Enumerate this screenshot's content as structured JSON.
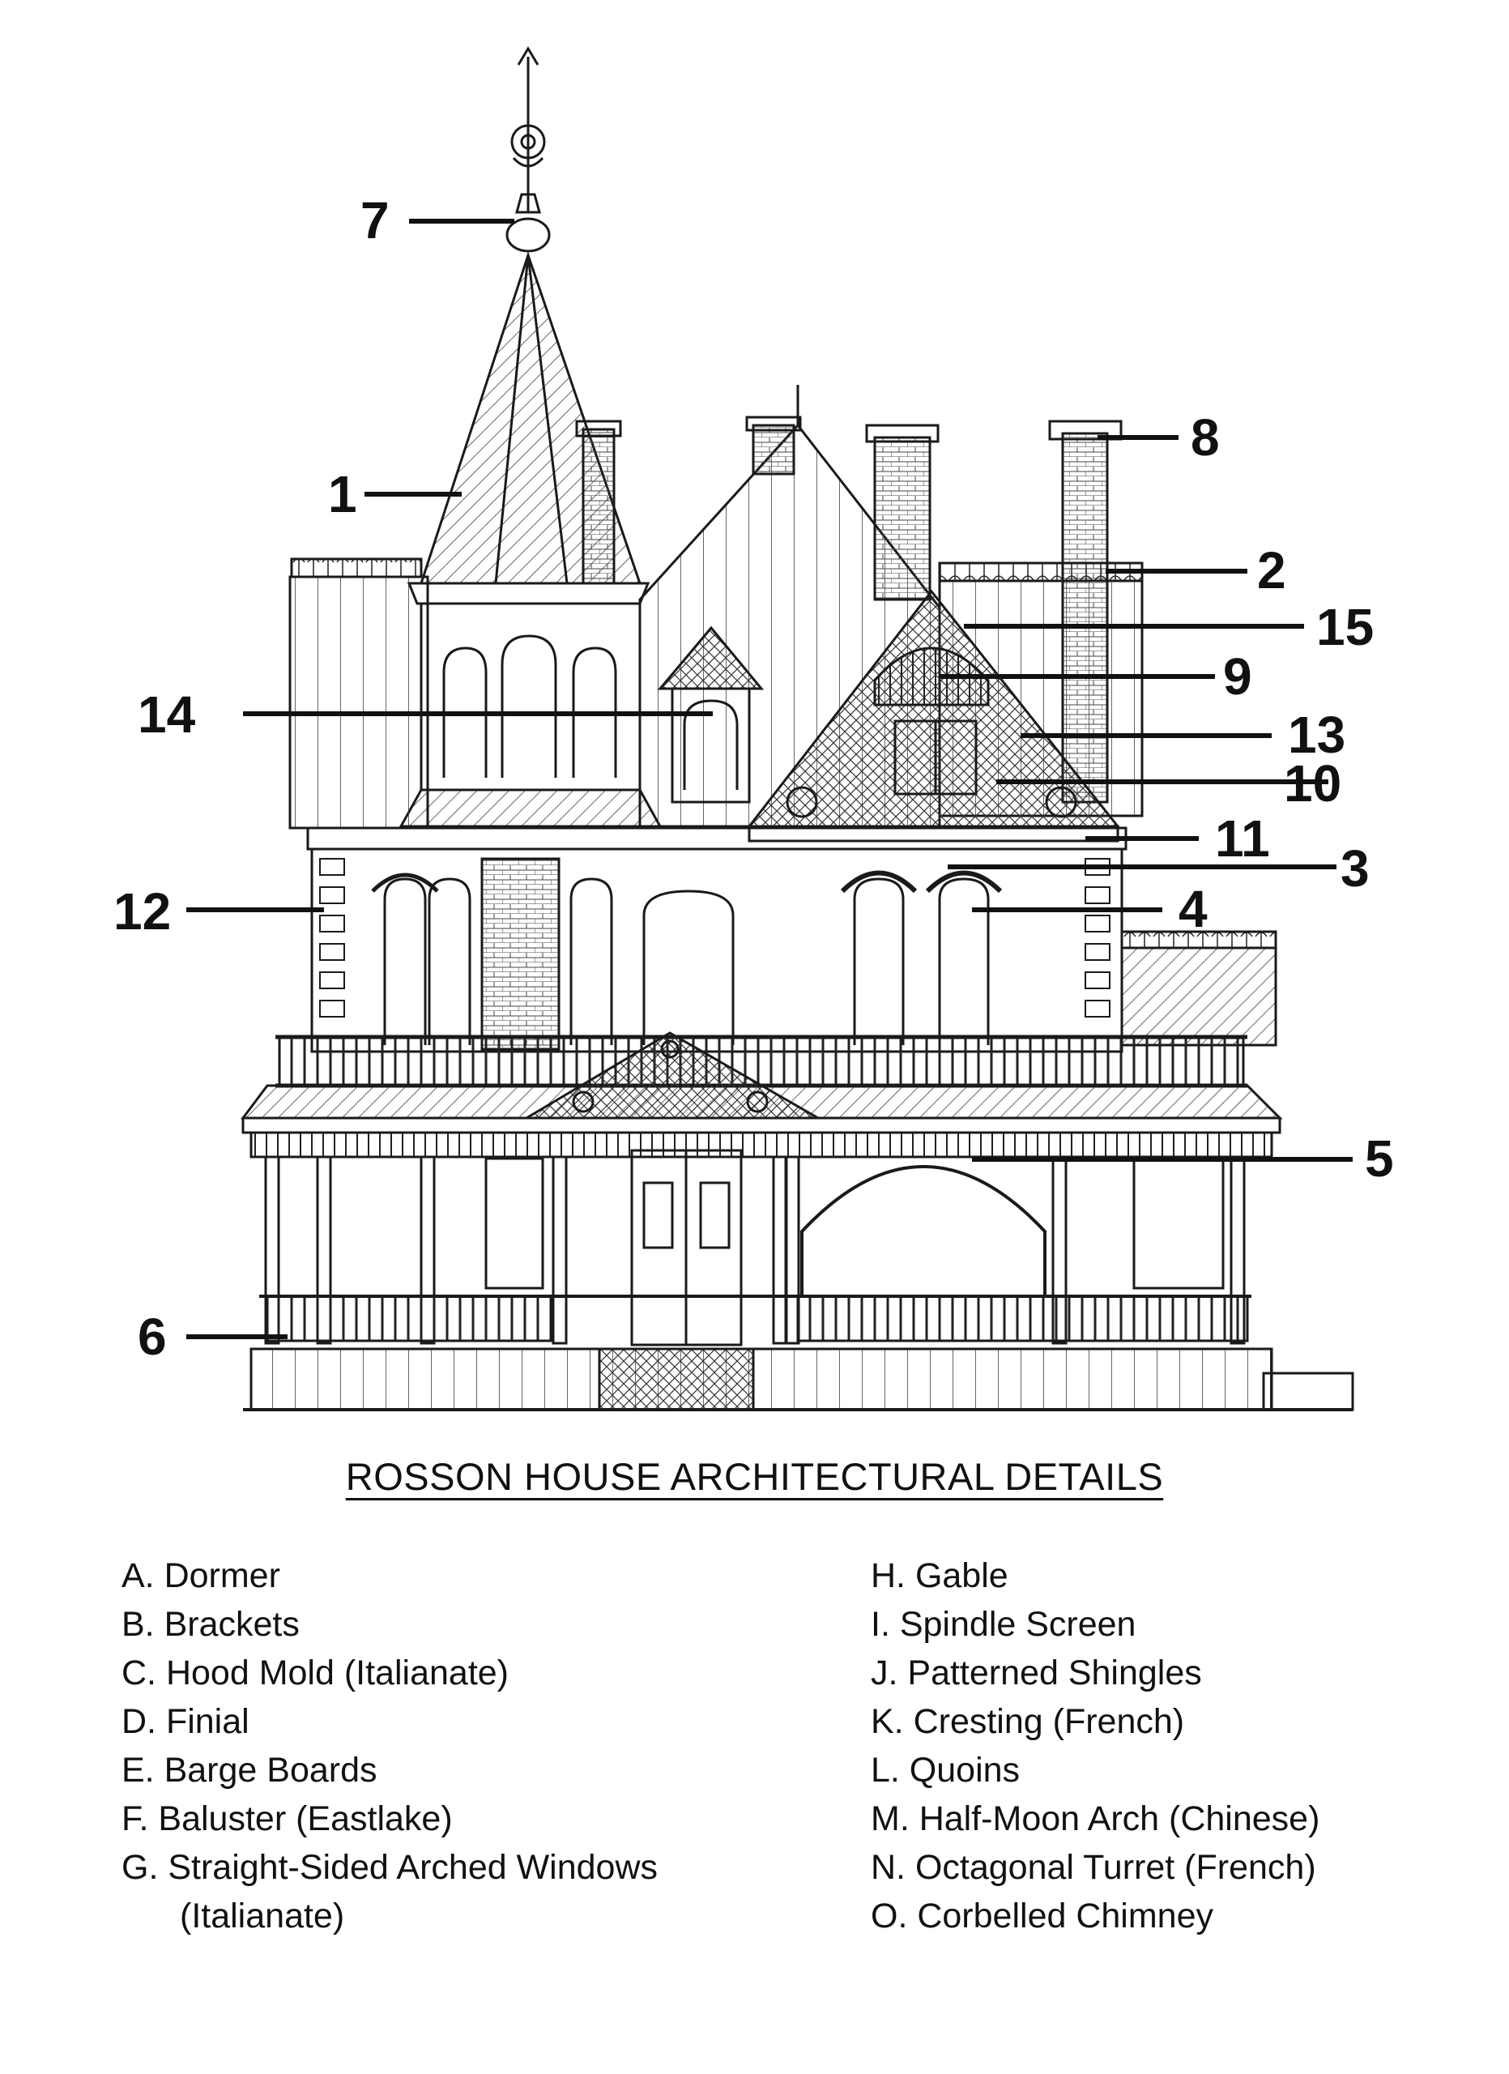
{
  "title": "ROSSON HOUSE ARCHITECTURAL DETAILS",
  "callouts": [
    "7",
    "1",
    "8",
    "2",
    "15",
    "9",
    "14",
    "13",
    "10",
    "11",
    "3",
    "12",
    "4",
    "5",
    "6"
  ],
  "legend_left": [
    "A. Dormer",
    "B. Brackets",
    "C. Hood Mold (Italianate)",
    "D. Finial",
    "E. Barge Boards",
    "F. Baluster (Eastlake)",
    "G. Straight-Sided Arched Windows",
    "(Italianate)"
  ],
  "legend_right": [
    "H. Gable",
    "I. Spindle Screen",
    "J. Patterned Shingles",
    "K. Cresting (French)",
    "L. Quoins",
    "M. Half-Moon Arch (Chinese)",
    "N. Octagonal Turret (French)",
    "O. Corbelled Chimney"
  ],
  "colors": {
    "ink": "#111111",
    "background": "#ffffff"
  }
}
